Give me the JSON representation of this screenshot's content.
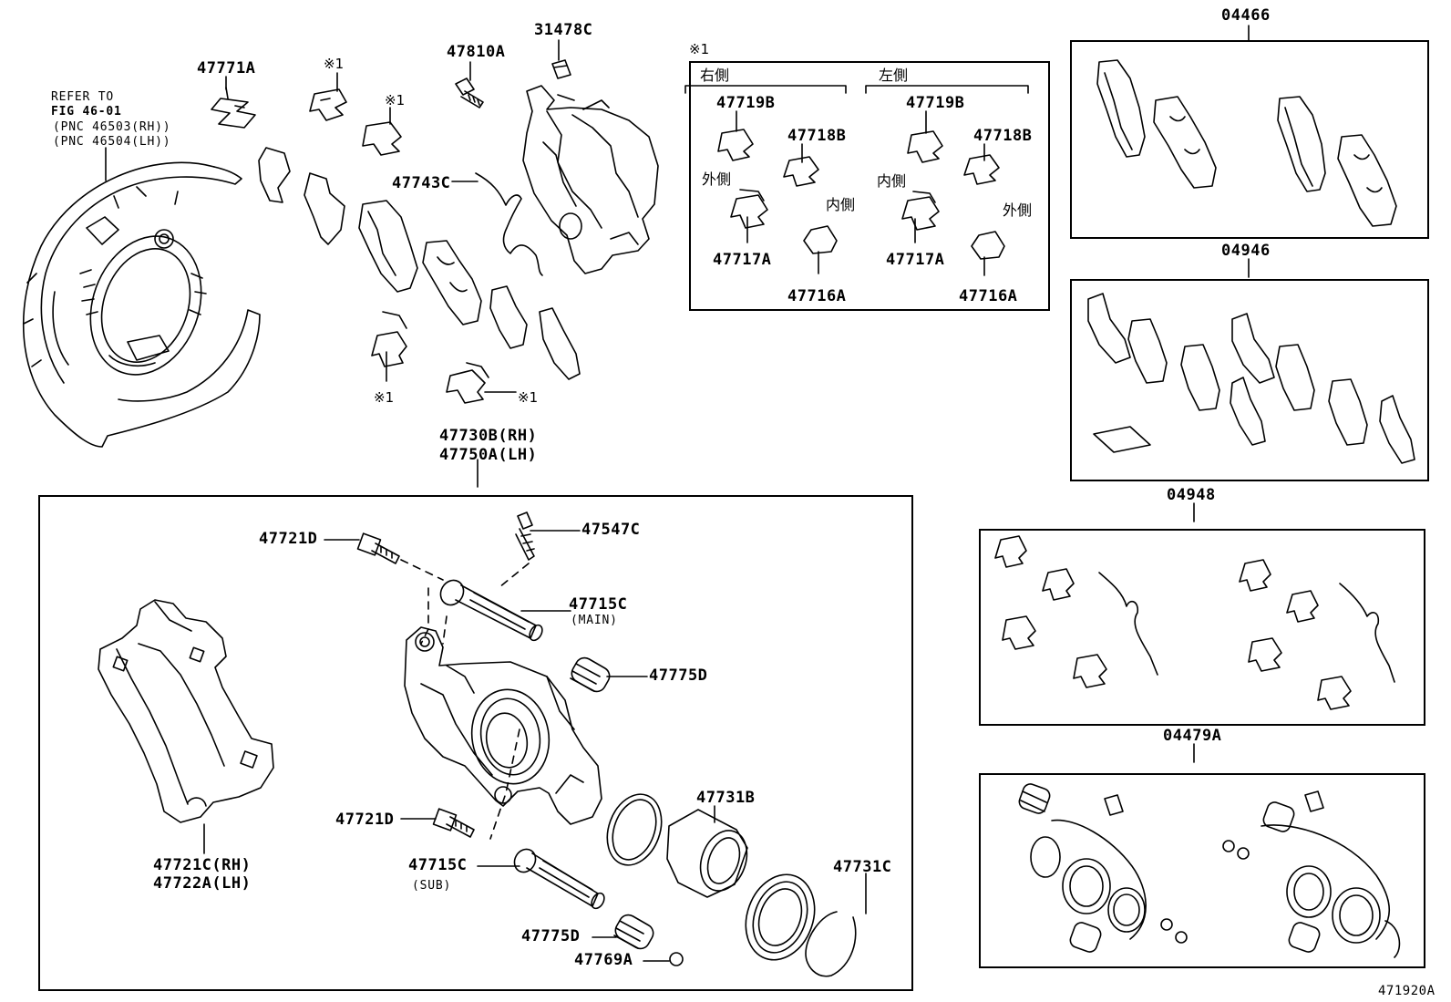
{
  "refer": {
    "line1": "REFER TO",
    "line2": "FIG 46-01",
    "line3": "(PNC 46503(RH))",
    "line4": "(PNC 46504(LH))"
  },
  "mark": "※1",
  "parts": {
    "p47771A": "47771A",
    "p47810A": "47810A",
    "p31478C": "31478C",
    "p47743C": "47743C",
    "p47730B": "47730B(RH)",
    "p47750A": "47750A(LH)",
    "p47721D_top": "47721D",
    "p47547C": "47547C",
    "p47715C_main": "47715C",
    "main": "(MAIN)",
    "p47775D_top": "47775D",
    "p47731B": "47731B",
    "p47721C": "47721C(RH)",
    "p47722A": "47722A(LH)",
    "p47721D_bot": "47721D",
    "p47715C_sub": "47715C",
    "sub": "(SUB)",
    "p47731C": "47731C",
    "p47775D_bot": "47775D",
    "p47769A": "47769A"
  },
  "inset": {
    "mark": "※1",
    "right_side": "右側",
    "left_side": "左側",
    "r_47719B": "47719B",
    "r_47718B": "47718B",
    "r_outer": "外側",
    "r_inner": "内側",
    "r_47717A": "47717A",
    "r_47716A": "47716A",
    "l_47719B": "47719B",
    "l_47718B": "47718B",
    "l_inner": "内側",
    "l_outer": "外側",
    "l_47717A": "47717A",
    "l_47716A": "47716A"
  },
  "kits": {
    "k04466": "04466",
    "k04946": "04946",
    "k04948": "04948",
    "k04479A": "04479A"
  },
  "figure_id": "471920A"
}
